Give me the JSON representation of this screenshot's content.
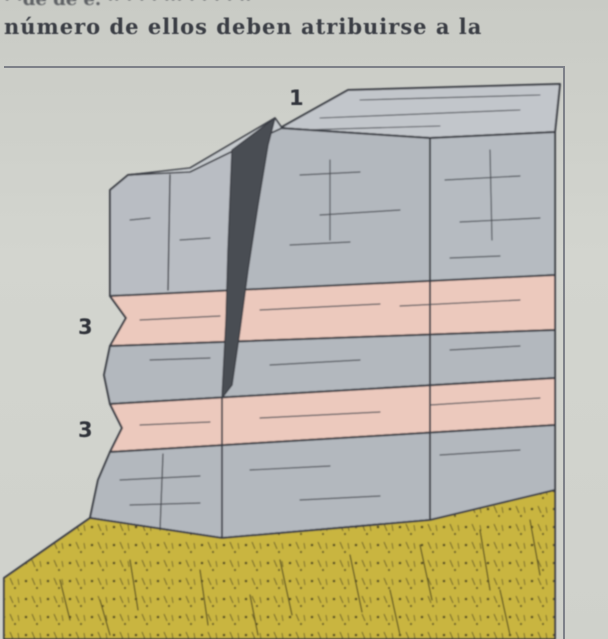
{
  "caption": {
    "line_top": "· ·de de e. ·· · · · ··· · · · · ··",
    "line_main": "número de ellos deben atribuirse a la"
  },
  "figure": {
    "labels": {
      "top": "1",
      "band_upper": "3",
      "band_lower": "3"
    },
    "colors": {
      "limestone": "#b3b8be",
      "limestone_top": "#c2c6cb",
      "shale_band": "#ecc9bd",
      "sand_ground": "#c9b541",
      "outline": "#3b3e45"
    }
  }
}
